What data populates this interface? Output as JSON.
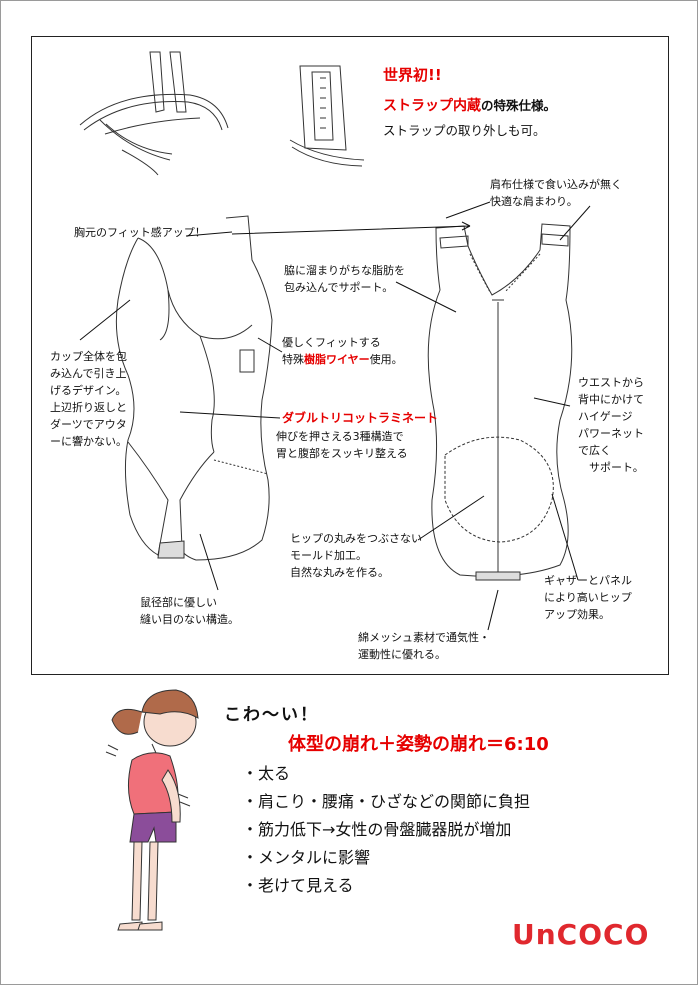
{
  "colors": {
    "accent_red": "#e60000",
    "logo_red": "#e0282e",
    "line": "#222222"
  },
  "top_right": {
    "title1": "世界初!!",
    "title2_red": "ストラップ内蔵",
    "title2_rest": "の特殊仕様。",
    "title3": "ストラップの取り外しも可。"
  },
  "annotations": {
    "shoulder": "肩布仕様で食い込みが無く\n快適な肩まわり。",
    "bust_fit": "胸元のフィット感アップ！",
    "side_fat": "脇に溜まりがちな脂肪を\n包み込んでサポート。",
    "wire_line1": "優しくフィットする",
    "wire_pre": "特殊",
    "wire_red": "樹脂ワイヤー",
    "wire_post": "使用。",
    "cup": "カップ全体を包\nみ込んで引き上\nげるデザイン。\n上辺折り返しと\nダーツでアウタ\nーに響かない。",
    "double_red": "ダブルトリコットラミネート",
    "double_body": "伸びを押さえる3種構造で\n胃と腹部をスッキリ整える",
    "waist": "ウエストから\n背中にかけて\nハイゲージ\nパワーネット\nで広く\n　サポート。",
    "hip": "ヒップの丸みをつぶさない\nモールド加工。\n自然な丸みを作る。",
    "gather": "ギャザーとパネル\nにより高いヒップ\nアップ効果。",
    "crotch": "鼠径部に優しい\n縫い目のない構造。",
    "mesh": "綿メッシュ素材で通気性・\n運動性に優れる。"
  },
  "bottom": {
    "title": "こわ～い！",
    "ratio": "体型の崩れ＋姿勢の崩れ＝6:10",
    "bullets": [
      "・太る",
      "・肩こり・腰痛・ひざなどの関節に負担",
      "・筋力低下→女性の骨盤臓器脱が増加",
      "・メンタルに影響",
      "・老けて見える"
    ]
  },
  "logo": "UnCOCO",
  "icons": {
    "figure": "woman-bad-posture-illustration",
    "front": "bodysuit-front-sketch",
    "back": "bodysuit-back-sketch",
    "detail1": "bra-strap-detail-sketch",
    "detail2": "strap-inside-detail-sketch"
  }
}
